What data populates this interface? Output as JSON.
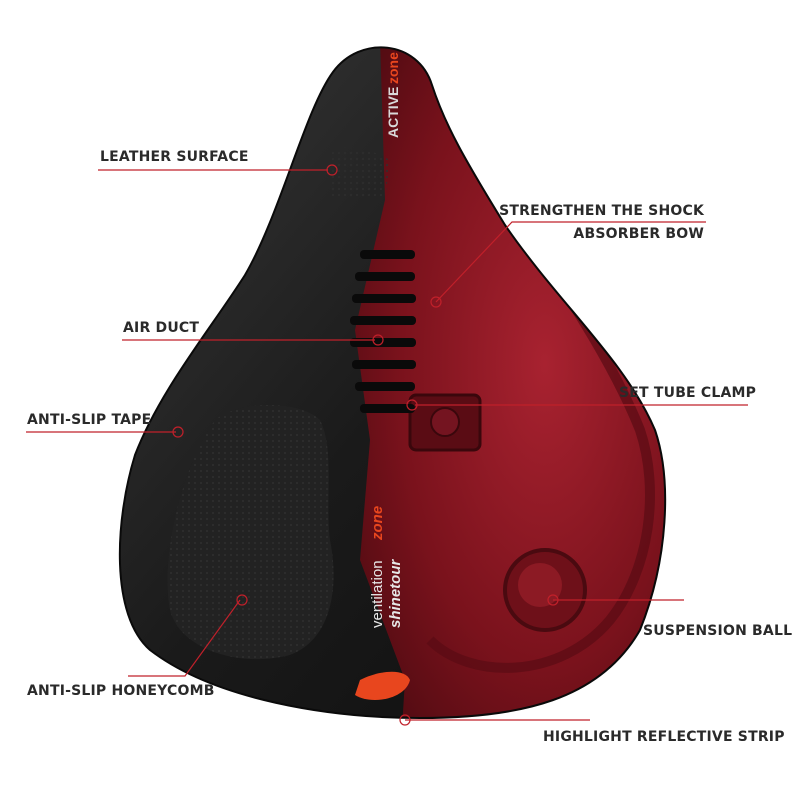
{
  "seat_logo": {
    "brand_text": "ACTIVE",
    "brand_accent": "zone",
    "side_text": "ventilation",
    "side_accent": "zone",
    "script_text": "shinetour"
  },
  "callouts": {
    "leather_surface": "LEATHER SURFACE",
    "shock_bow_line1": "STRENGTHEN THE SHOCK",
    "shock_bow_line2": "ABSORBER BOW",
    "air_duct": "AIR DUCT",
    "set_tube_clamp": "SET TUBE CLAMP",
    "anti_slip_tape": "ANTI-SLIP TAPE",
    "suspension_ball": "SUSPENSION BALL",
    "anti_slip_honeycomb": "ANTI-SLIP HONEYCOMB",
    "reflective_strip": "HIGHLIGHT REFLECTIVE STRIP"
  },
  "colors": {
    "leader_line": "#c0202a",
    "seat_black": "#1b1b1b",
    "seat_red": "#8c1722",
    "accent_orange": "#e8461e",
    "label_text": "#2a2a2a"
  }
}
